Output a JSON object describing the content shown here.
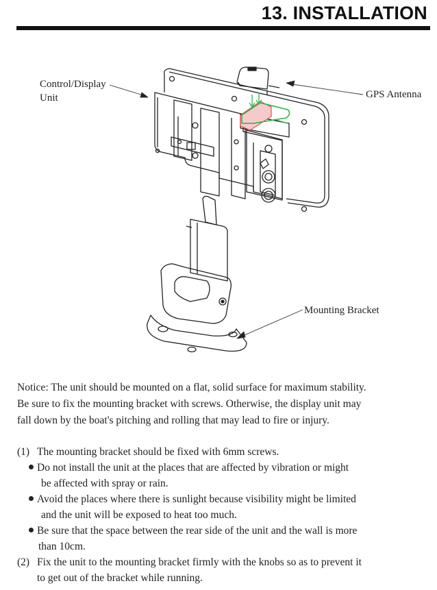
{
  "header": {
    "title": "13. INSTALLATION"
  },
  "figure": {
    "labels": {
      "control_display": [
        "Control/Display",
        "Unit"
      ],
      "gps_antenna": "GPS Antenna",
      "mounting_bracket": "Mounting Bracket"
    },
    "colors": {
      "highlight_green": "#2db34a",
      "highlight_red": "#e23030",
      "line": "#222222"
    }
  },
  "notice": {
    "lines": [
      "Notice: The unit should be mounted on a flat, solid surface for maximum stability.",
      "Be sure to fix the mounting bracket with screws. Otherwise, the display unit may",
      "fall down by the boat's pitching and rolling that may lead to fire or injury."
    ]
  },
  "steps": [
    {
      "number": "(1)",
      "text": "The mounting bracket should be fixed with 6mm screws.",
      "bullets": [
        [
          "Do not install the unit at the places that are affected  by vibration  or might",
          "be affected  with spray or rain."
        ],
        [
          "Avoid the places where there is sunlight because visibility might be limited",
          "and the unit will be exposed to heat too much."
        ],
        [
          "Be sure that the space between the rear side of the unit and the wall is more",
          "than 10cm."
        ]
      ]
    },
    {
      "number": "(2)",
      "text": [
        "Fix the unit  to the mounting bracket firmly with the knobs so as to prevent it",
        "to get out of the bracket while running."
      ]
    }
  ]
}
